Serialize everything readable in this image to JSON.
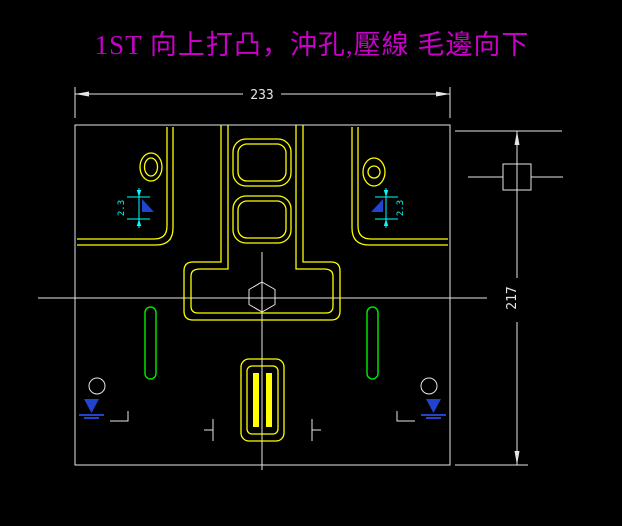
{
  "title": "1ST  向上打凸，沖孔,壓線 毛邊向下",
  "dimensions": {
    "width": "233",
    "height": "217",
    "left_detail": "2.3",
    "right_detail": "2.3"
  },
  "colors": {
    "background": "#000000",
    "title_text": "#c800c8",
    "outline": "#e6e6e6",
    "contour": "#ffff00",
    "slot": "#00e000",
    "dimension": "#00ffff",
    "solid_mark": "#2244cc"
  }
}
